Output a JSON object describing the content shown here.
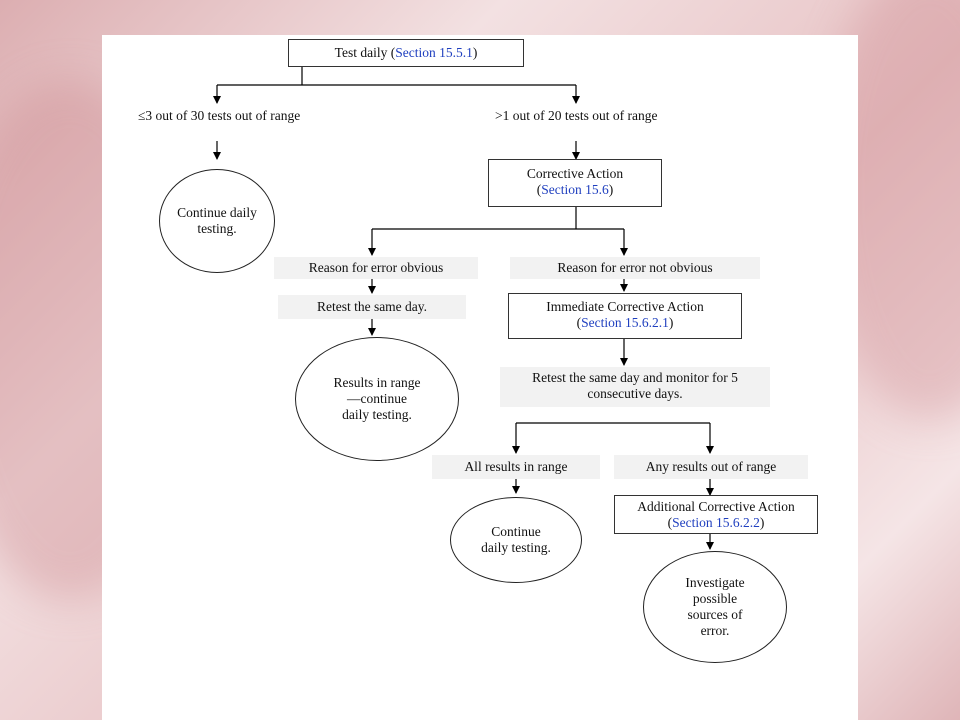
{
  "nodes": {
    "test_daily": {
      "text": "Test daily",
      "ref": "Section 15.5.1"
    },
    "branch_left": {
      "symbol": "≤",
      "text": "3 out of 30 tests out of range"
    },
    "continue_1": {
      "text": "Continue daily testing."
    },
    "branch_right": {
      "text": ">1 out of 20 tests out of range"
    },
    "corrective_action": {
      "text": "Corrective Action",
      "ref": "Section 15.6"
    },
    "reason_obvious": {
      "text": "Reason for error obvious"
    },
    "retest_same_day": {
      "text": "Retest the same day."
    },
    "results_in_range": {
      "text": "Results in range—continue daily testing."
    },
    "reason_not_obvious": {
      "text": "Reason for error not obvious"
    },
    "immediate_action": {
      "text": "Immediate Corrective Action",
      "ref": "Section 15.6.2.1"
    },
    "retest_monitor": {
      "text": "Retest the same day and monitor for 5 consecutive days."
    },
    "all_in_range": {
      "text": "All results in range"
    },
    "continue_2": {
      "text": "Continue daily testing."
    },
    "any_out_of_range": {
      "text": "Any results out of range"
    },
    "additional_action": {
      "text": "Additional Corrective Action",
      "ref": "Section 15.6.2.2"
    },
    "investigate": {
      "text": "Investigate possible sources of error."
    }
  }
}
